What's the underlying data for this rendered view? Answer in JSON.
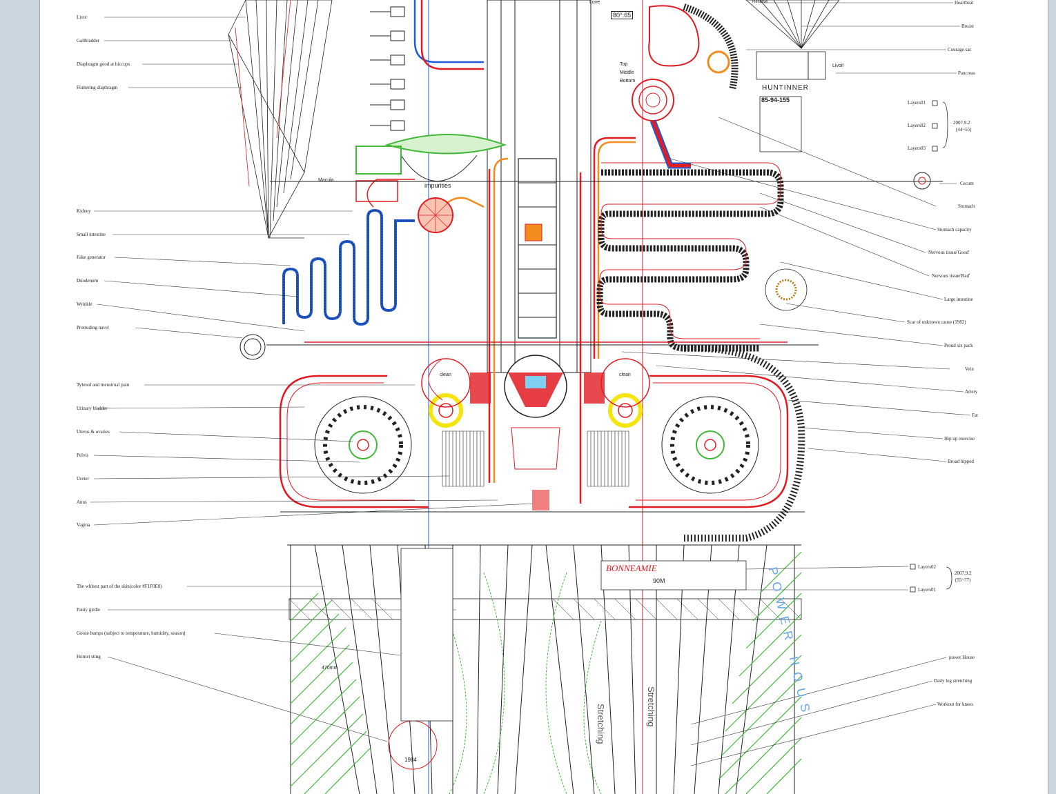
{
  "left_labels": [
    "Liver",
    "Gallbladder",
    "Diaphragm good at hiccups",
    "Fluttering diaphragm",
    "Kidney",
    "Small intestine",
    "Fake generator",
    "Duodenum",
    "Wrinkle",
    "Protruding navel",
    "Tylenol and menstrual pain",
    "Urinary bladder",
    "Uterus & ovaries",
    "Pelvis",
    "Ureter",
    "Anus",
    "Vagina",
    "The whitest part of the skin(color #F1F0E0)",
    "Panty girdle",
    "Goose bumps (subject to temperature, humidity, season)",
    "Hornet sting"
  ],
  "right_labels": [
    "Heartbeat",
    "Breast",
    "Courage sac",
    "Pancreas",
    "Cecum",
    "Stomach",
    "Stomach capacity",
    "Nervous tissue'Good'",
    "Nervous tissue'Bad'",
    "Large intestine",
    "Scar of unknown cause (1982)",
    "Proud six pack",
    "Vein",
    "Artery",
    "Fat",
    "Hip up exercise",
    "Broad hipped",
    "power House",
    "Daily leg stretching",
    "Workout for knees"
  ],
  "layers_top": {
    "items": [
      "Layers01",
      "Layers02",
      "Layers03"
    ],
    "date": "2007.9.2",
    "size": "(44~55)"
  },
  "layers_bottom": {
    "items": [
      "Layers02",
      "Layers01"
    ],
    "date": "2007.9.2",
    "size": "(55~77)"
  },
  "center_texts": {
    "measure": "80°:65",
    "huntinner": "HUNTINNER",
    "size_code": "85-94-155",
    "brand": "BONNEAMIE",
    "brand_size": "90M",
    "macula": "Macula",
    "impurities": "impurities",
    "clean_left": "clean",
    "clean_right": "clean",
    "stretch_1": "Stretching",
    "stretch_2": "Stretching",
    "power_house": "POWER HOUS",
    "dim": "470mm",
    "year": "1984",
    "top": "Top",
    "middle": "Middle",
    "bottom": "Bottom",
    "love": "Love",
    "liver_chart": "Livoil",
    "reserve": "Reserve"
  },
  "colors": {
    "red": "#e11b22",
    "blue": "#1e5bd6",
    "orange": "#f28c1e",
    "yellow": "#f5e50e",
    "green": "#42b83a",
    "black": "#222222"
  }
}
